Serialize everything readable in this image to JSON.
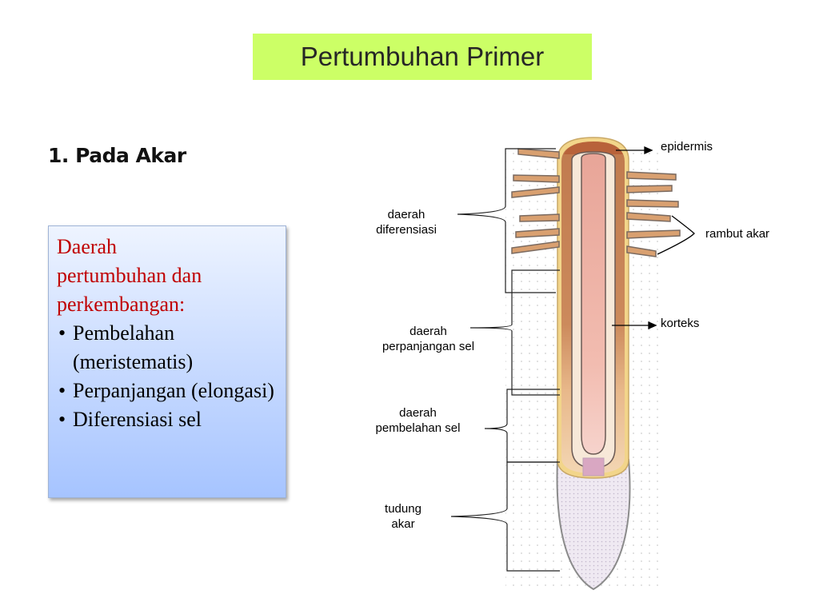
{
  "title": "Pertumbuhan Primer",
  "subtitle": "1. Pada Akar",
  "info_box": {
    "heading": "Daerah\npertumbuhan dan\nperkembangan:",
    "items": [
      "Pembelahan (meristematis)",
      "Perpanjangan (elongasi)",
      "Diferensiasi sel"
    ]
  },
  "diagram": {
    "labels": {
      "epidermis": "epidermis",
      "rambut_akar": "rambut akar",
      "korteks": "korteks",
      "diferensiasi_1": "daerah",
      "diferensiasi_2": "diferensiasi",
      "perpanjangan_1": "daerah",
      "perpanjangan_2": "perpanjangan sel",
      "pembelahan_1": "daerah",
      "pembelahan_2": "pembelahan sel",
      "tudung_1": "tudung",
      "tudung_2": "akar"
    }
  },
  "colors": {
    "title_bg": "#ccff66",
    "heading_text": "#c00000",
    "cortex": "#c8865a",
    "vascular": "#f0b8a8",
    "root_cap": "#ece6f0",
    "epidermis_rim": "#f2d58a"
  }
}
